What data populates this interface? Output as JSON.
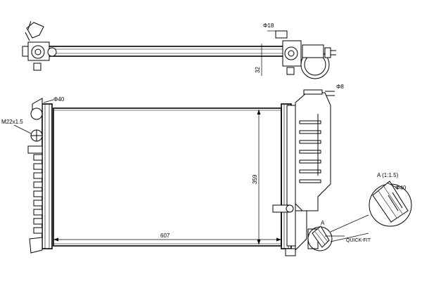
{
  "drawing": {
    "labels": {
      "top_inlet_diameter": "Φ18",
      "top_height": "32",
      "top_left_inlet_diameter": "Φ40",
      "thread": "M22x1.5",
      "tank_outlet_diameter": "Φ8",
      "core_height": "359",
      "core_width": "607",
      "section_marker": "A",
      "detail_title": "A (1:1.5)",
      "detail_diameter": "Φ40",
      "quick_fit": "QUICK-FIT"
    }
  }
}
